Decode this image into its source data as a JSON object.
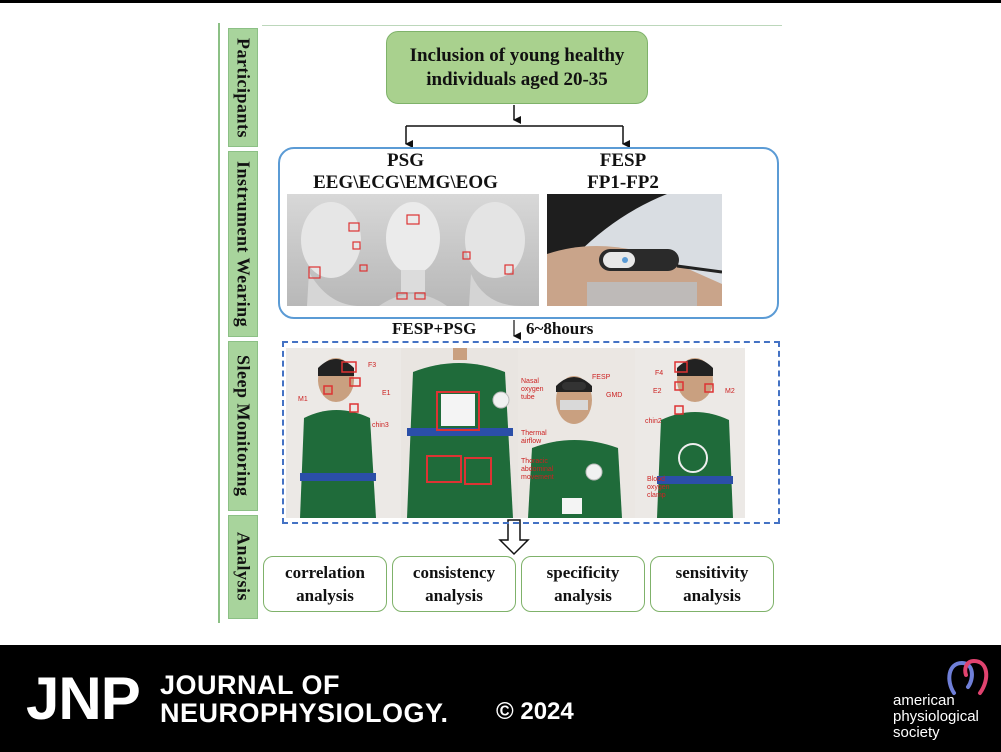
{
  "stages": [
    "Participants",
    "Instrument Wearing",
    "Sleep Monitoring",
    "Analysis"
  ],
  "inclusion": {
    "line1": "Inclusion of young healthy",
    "line2": "individuals aged 20-35"
  },
  "psg": {
    "title": "PSG",
    "channels": "EEG\\ECG\\EMG\\EOG"
  },
  "fesp": {
    "title": "FESP",
    "channels": "FP1-FP2"
  },
  "monitoring": {
    "combo": "FESP+PSG",
    "duration": "6~8hours"
  },
  "photo_labels": {
    "p1": [
      "F3",
      "E1",
      "M1",
      "chin3"
    ],
    "p3": [
      "Nasal",
      "oxygen",
      "tube",
      "FESP",
      "GMD",
      "Thermal",
      "airflow",
      "Thoracic",
      "abdominal",
      "movement"
    ],
    "p4": [
      "F4",
      "E2",
      "M2",
      "chin2",
      "Blood",
      "oxygen",
      "clamp"
    ]
  },
  "analysis": [
    {
      "line1": "correlation",
      "line2": "analysis"
    },
    {
      "line1": "consistency",
      "line2": "analysis"
    },
    {
      "line1": "specificity",
      "line2": "analysis"
    },
    {
      "line1": "sensitivity",
      "line2": "analysis"
    }
  ],
  "footer": {
    "abbrev": "JNP",
    "name_line1": "JOURNAL OF",
    "name_line2": "NEUROPHYSIOLOGY.",
    "copyright": "© 2024",
    "society": [
      "american",
      "physiological",
      "society"
    ]
  },
  "colors": {
    "green_fill": "#a9d18e",
    "green_border": "#7fb26a",
    "blue_frame": "#5b9bd5",
    "dash_blue": "#4472c4",
    "jersey": "#1f6b3a",
    "red": "#d33333"
  }
}
